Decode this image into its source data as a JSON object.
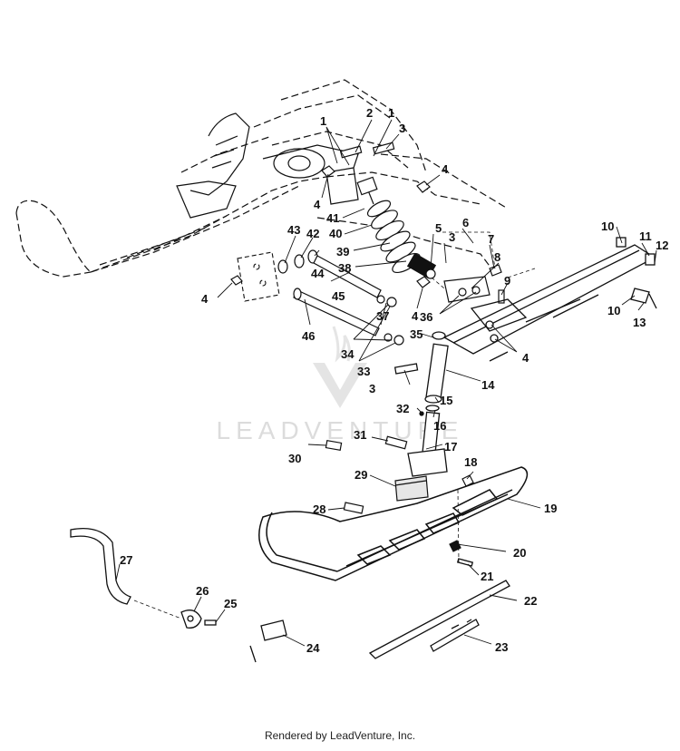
{
  "callouts": [
    "1",
    "2",
    "1",
    "3",
    "4",
    "4",
    "41",
    "40",
    "39",
    "38",
    "5",
    "6",
    "3",
    "7",
    "8",
    "9",
    "4",
    "36",
    "43",
    "42",
    "44",
    "45",
    "46",
    "37",
    "34",
    "33",
    "3",
    "35",
    "14",
    "15",
    "16",
    "32",
    "17",
    "31",
    "30",
    "29",
    "28",
    "18",
    "19",
    "20",
    "21",
    "22",
    "23",
    "27",
    "26",
    "25",
    "24",
    "10",
    "11",
    "12",
    "10",
    "13",
    "4",
    "4"
  ],
  "watermark": "LEADVENTURE",
  "footer": "Rendered by LeadVenture, Inc.",
  "colors": {
    "line": "#111111",
    "watermark": "#d9d9d9"
  }
}
